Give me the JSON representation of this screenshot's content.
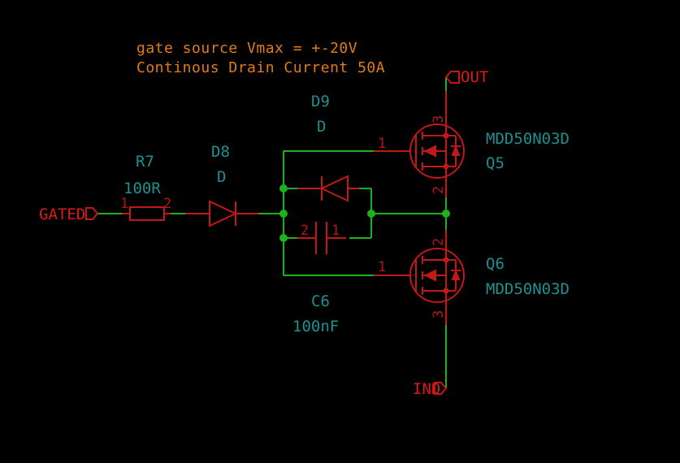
{
  "notes": {
    "line1": "gate source Vmax = +-20V",
    "line2": "Continous Drain Current 50A"
  },
  "labels": {
    "out": "OUT",
    "gated": "GATED",
    "ind": "IND"
  },
  "components": {
    "r7": {
      "ref": "R7",
      "value": "100R",
      "pin1": "1",
      "pin2": "2"
    },
    "d8": {
      "ref": "D8",
      "value": "D"
    },
    "d9": {
      "ref": "D9",
      "value": "D"
    },
    "c6": {
      "ref": "C6",
      "value": "100nF",
      "pin1": "1",
      "pin2": "2"
    },
    "q5": {
      "ref": "Q5",
      "value": "MDD50N03D",
      "pin_gate": "1",
      "pin_source": "2",
      "pin_drain": "3"
    },
    "q6": {
      "ref": "Q6",
      "value": "MDD50N03D",
      "pin_gate": "1",
      "pin_drain": "2",
      "pin_source": "3"
    }
  },
  "colors": {
    "background": "#000000",
    "wire": "#1fb01f",
    "symbol": "#c21818",
    "reference": "#1f8f8f",
    "note": "#e07c1a"
  }
}
